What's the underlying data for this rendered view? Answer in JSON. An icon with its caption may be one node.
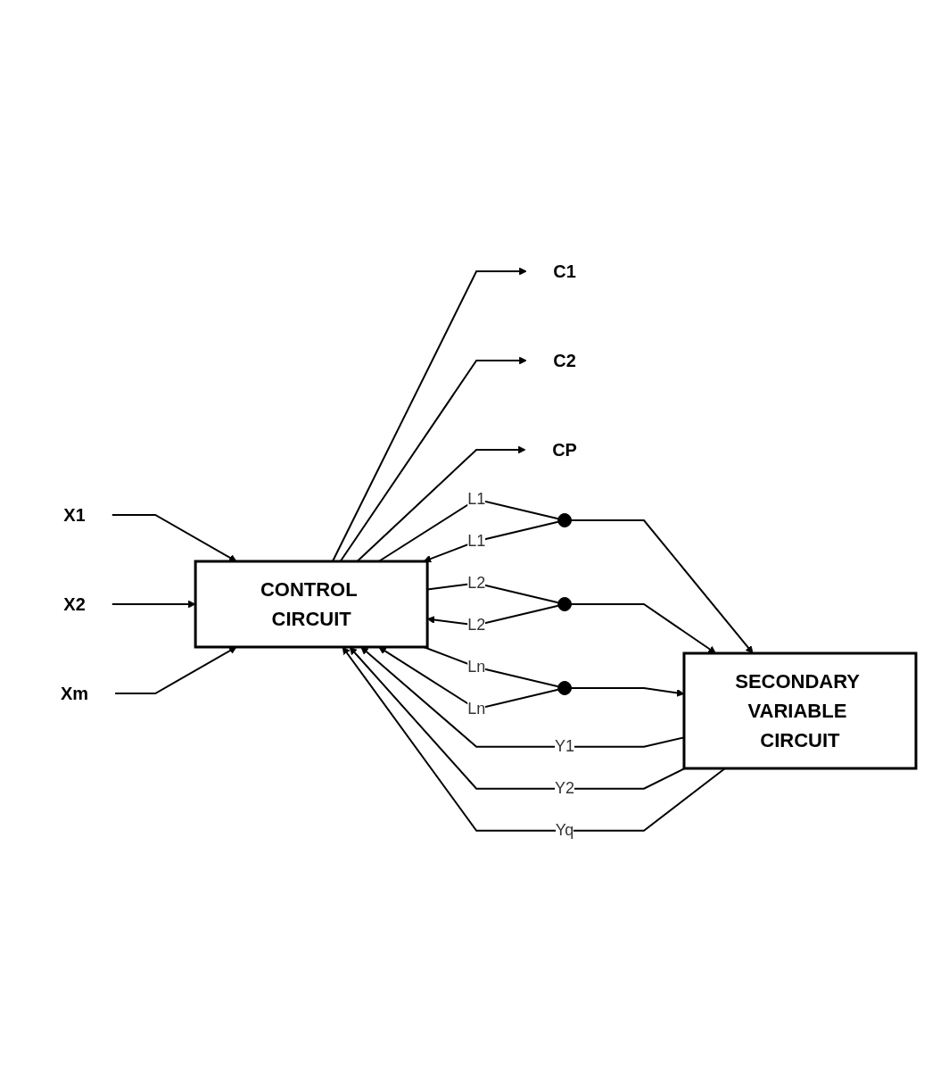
{
  "diagram": {
    "nodes": [
      {
        "text": [
          "X1"
        ]
      },
      {
        "text": [
          "X2"
        ]
      },
      {
        "text": [
          "Xm"
        ]
      },
      {
        "text": [
          "CONTROL CIRCUIT"
        ]
      },
      {
        "text": [
          "C1"
        ]
      },
      {
        "text": [
          "C2"
        ]
      },
      {
        "text": [
          "CP"
        ]
      },
      {
        "text": [
          "SECONDARY VARIABLE CIRCUIT"
        ]
      },
      {
        "text": [],
        "shape": "circle"
      },
      {
        "text": [],
        "shape": "circle"
      },
      {
        "text": [],
        "shape": "circle"
      }
    ],
    "edges": [
      {
        "from": 0,
        "to": 3,
        "arrow": "to"
      },
      {
        "from": 1,
        "to": 3,
        "arrow": "to"
      },
      {
        "from": 2,
        "to": 3,
        "arrow": "to"
      },
      {
        "from": 3,
        "to": 4,
        "arrow": "to"
      },
      {
        "from": 3,
        "to": 5,
        "arrow": "to"
      },
      {
        "from": 3,
        "to": 6,
        "arrow": "to"
      },
      {
        "from": 3,
        "to": 8,
        "label": "L1",
        "arrow": "none"
      },
      {
        "from": 3,
        "to": 9,
        "label": "L2",
        "arrow": "none"
      },
      {
        "from": 3,
        "to": 10,
        "label": "Ln",
        "arrow": "none"
      },
      {
        "from": 8,
        "to": 7,
        "arrow": "to"
      },
      {
        "from": 9,
        "to": 7,
        "arrow": "to"
      },
      {
        "from": 10,
        "to": 7,
        "arrow": "to"
      },
      {
        "from": 8,
        "to": 3,
        "label": "L1",
        "arrow": "to"
      },
      {
        "from": 9,
        "to": 3,
        "label": "L2",
        "arrow": "to"
      },
      {
        "from": 10,
        "to": 3,
        "label": "Ln",
        "arrow": "to"
      },
      {
        "from": 7,
        "to": 3,
        "label": "Y1",
        "arrow": "to"
      },
      {
        "from": 7,
        "to": 3,
        "label": "Y2",
        "arrow": "to"
      },
      {
        "from": 7,
        "to": 3,
        "label": "Yq",
        "arrow": "to"
      }
    ]
  }
}
